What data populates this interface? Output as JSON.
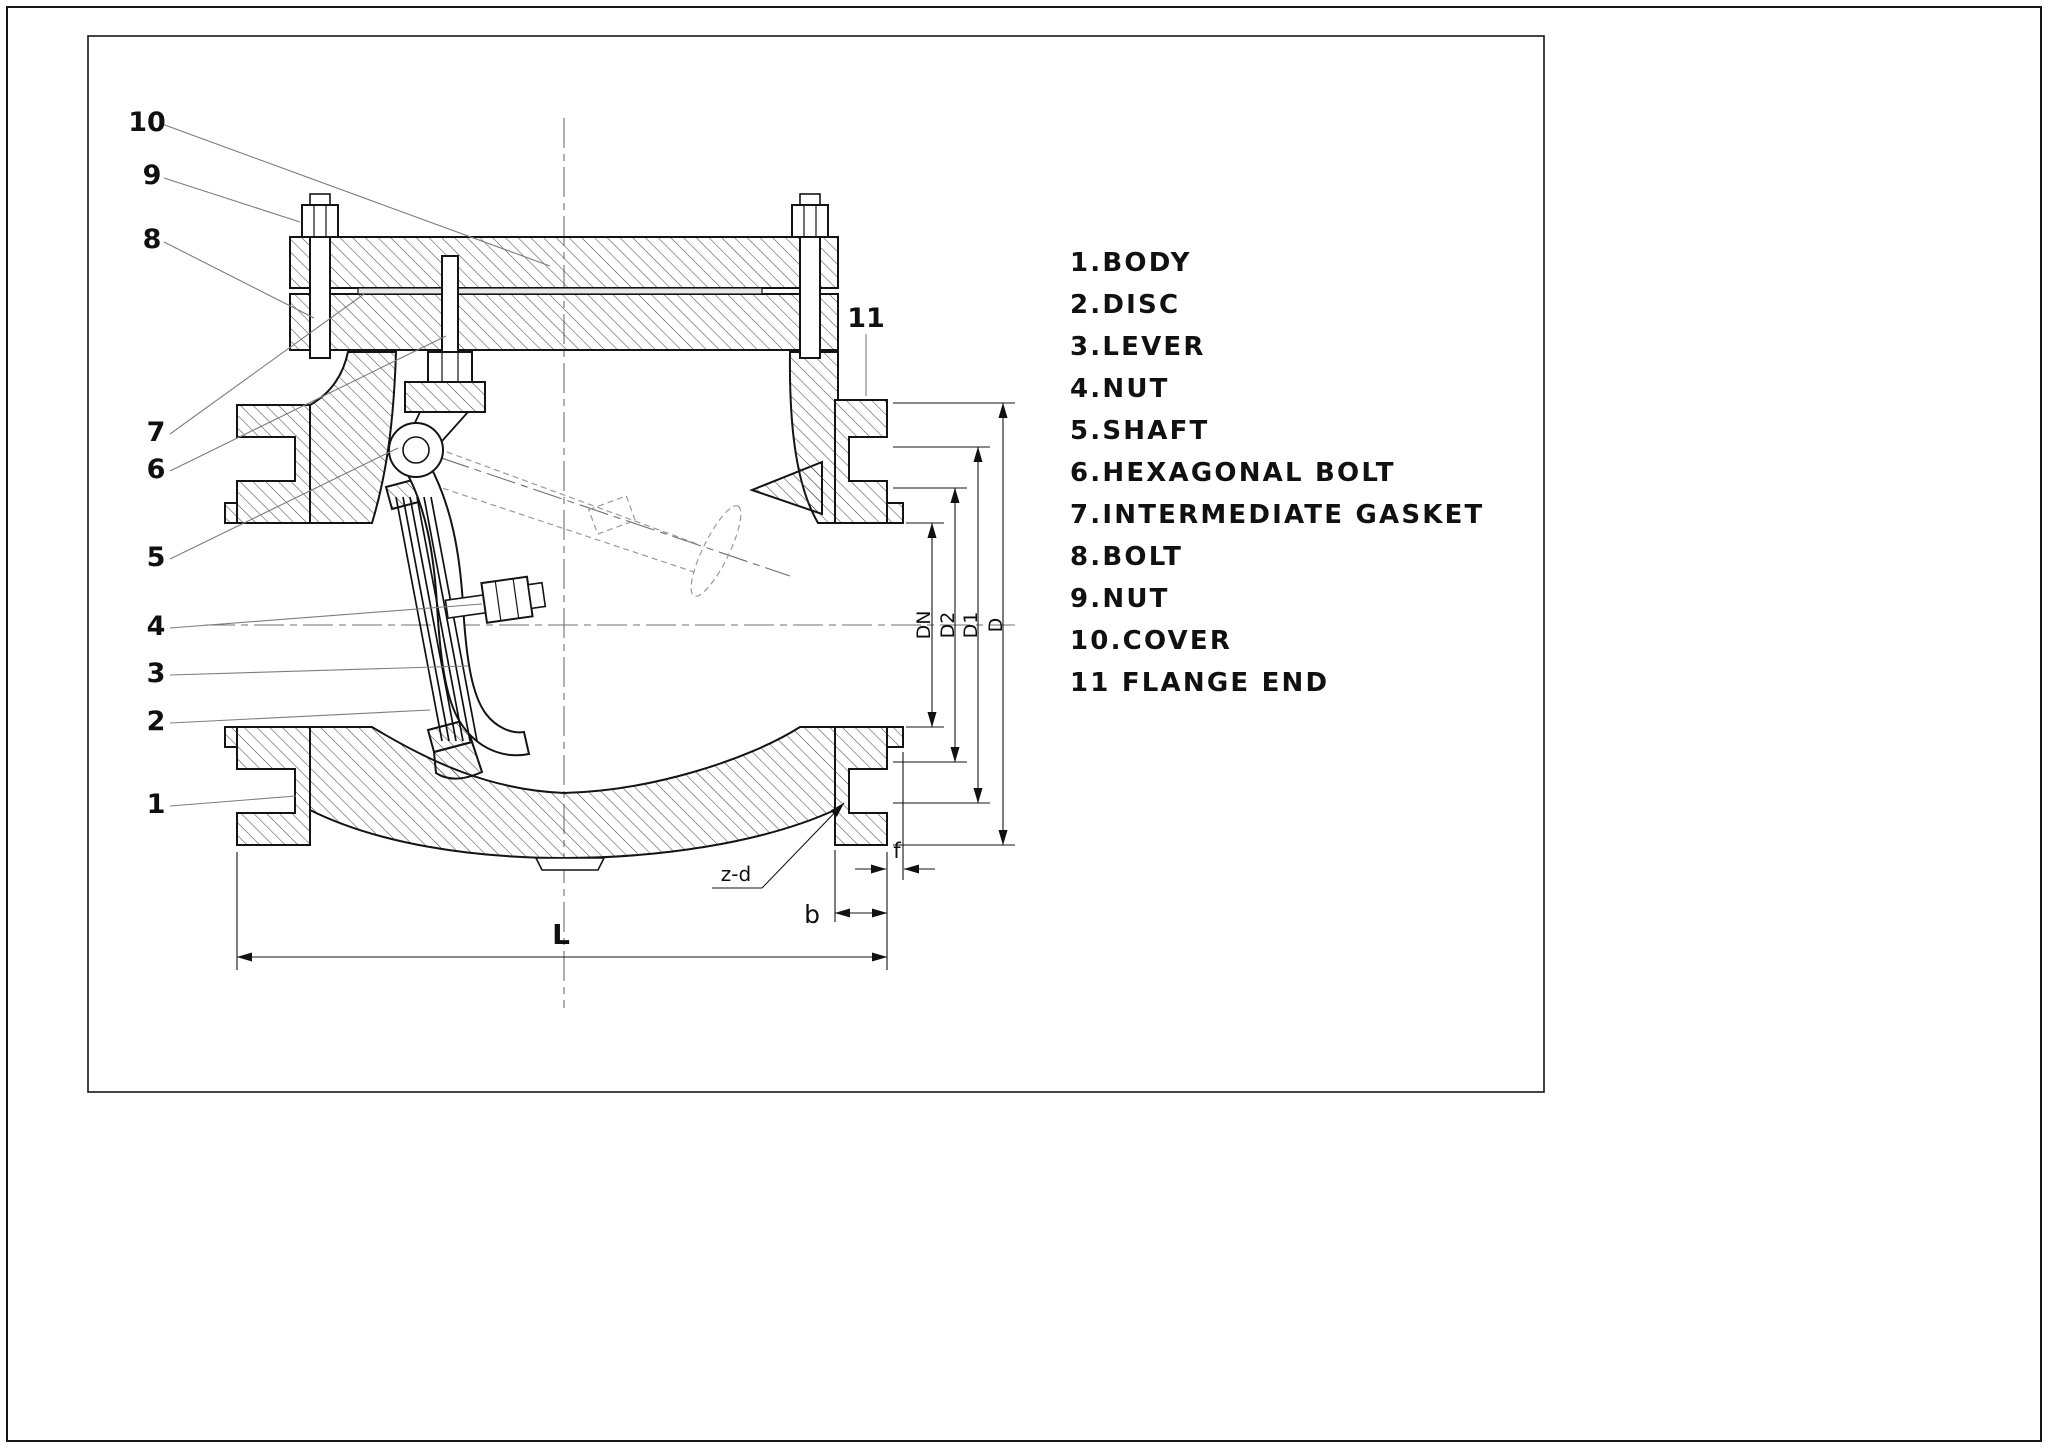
{
  "drawing": {
    "callouts": {
      "c1": "1",
      "c2": "2",
      "c3": "3",
      "c4": "4",
      "c5": "5",
      "c6": "6",
      "c7": "7",
      "c8": "8",
      "c9": "9",
      "c10": "10",
      "c11": "11"
    },
    "dims": {
      "dn": "DN",
      "d2": "D2",
      "d1": "D1",
      "d": "D",
      "l": "L",
      "b": "b",
      "f": "f",
      "zd": "z-d"
    },
    "parts": [
      {
        "label": "1.BODY"
      },
      {
        "label": "2.DISC"
      },
      {
        "label": "3.LEVER"
      },
      {
        "label": "4.NUT"
      },
      {
        "label": "5.SHAFT"
      },
      {
        "label": "6.HEXAGONAL BOLT"
      },
      {
        "label": "7.INTERMEDIATE GASKET"
      },
      {
        "label": "8.BOLT"
      },
      {
        "label": "9.NUT"
      },
      {
        "label": "10.COVER"
      },
      {
        "label": "11 FLANGE END"
      }
    ],
    "colors": {
      "line": "#1a1a1a",
      "ghost": "#9a9a9a",
      "paper": "#ffffff"
    }
  }
}
